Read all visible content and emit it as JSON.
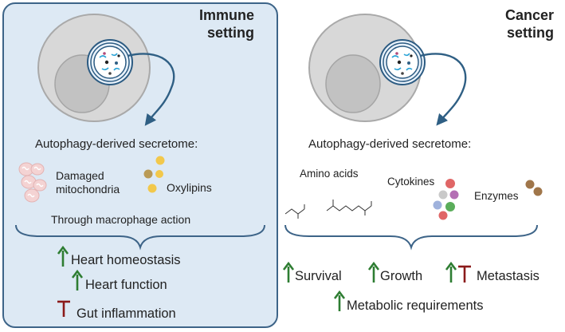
{
  "immune": {
    "title_line1": "Immune",
    "title_line2": "setting",
    "secretome_label": "Autophagy-derived secretome:",
    "items": {
      "mito_label_line1": "Damaged",
      "mito_label_line2": "mitochondria",
      "oxylipins_label": "Oxylipins"
    },
    "mechanism_label": "Through macrophage action",
    "outcomes": [
      {
        "label": "Heart homeostasis",
        "direction": "up"
      },
      {
        "label": "Heart function",
        "direction": "up"
      },
      {
        "label": "Gut inflammation",
        "direction": "inhibit"
      }
    ]
  },
  "cancer": {
    "title_line1": "Cancer",
    "title_line2": "setting",
    "secretome_label": "Autophagy-derived secretome:",
    "items": {
      "amino_acids_label": "Amino acids",
      "cytokines_label": "Cytokines",
      "enzymes_label": "Enzymes"
    },
    "outcomes": [
      {
        "label": "Survival",
        "direction": "up"
      },
      {
        "label": "Growth",
        "direction": "up"
      },
      {
        "label": "Metastasis",
        "direction": "up-and-inhibit"
      },
      {
        "label": "Metabolic requirements",
        "direction": "up"
      }
    ]
  },
  "colors": {
    "panel_border": "#3d6488",
    "immune_bg": "#dde9f4",
    "cancer_bg": "#d6ecec",
    "up_arrow": "#2e7d32",
    "inhibit": "#8b1a1a",
    "curved_arrow": "#2f5f84"
  }
}
